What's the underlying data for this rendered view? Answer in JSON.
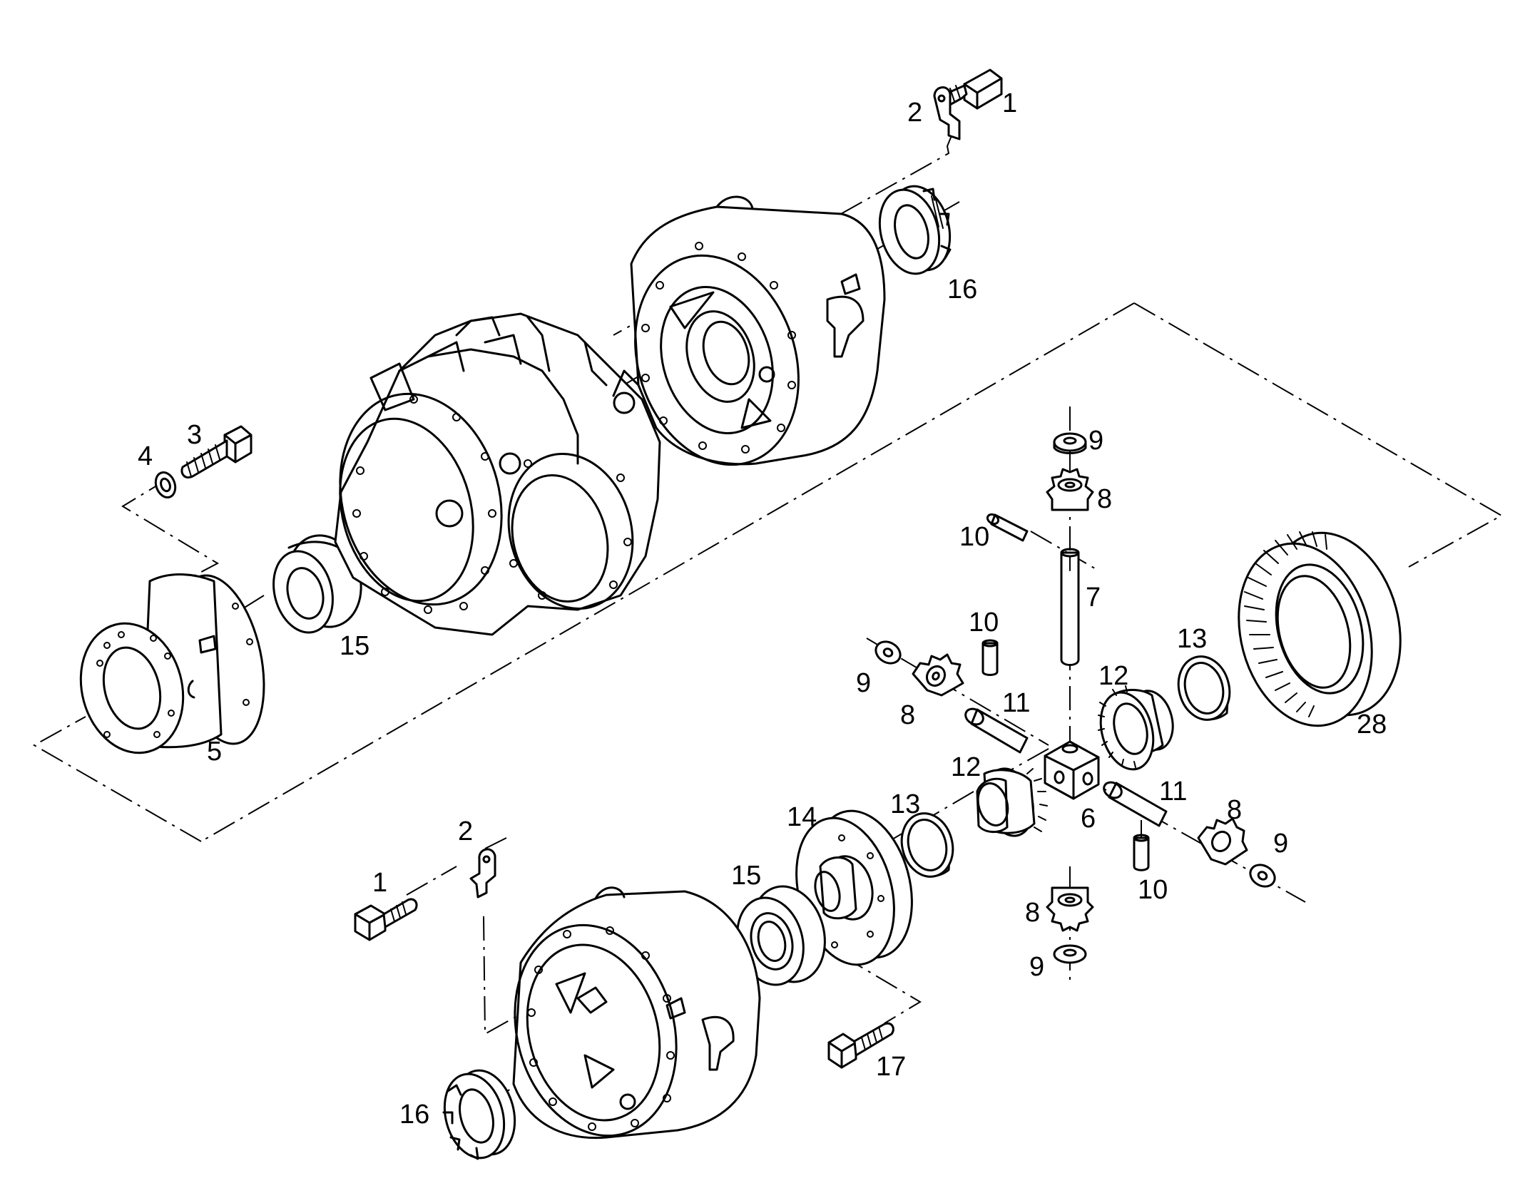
{
  "callouts": [
    {
      "id": "c1a",
      "text": "1"
    },
    {
      "id": "c2a",
      "text": "2"
    },
    {
      "id": "c16a",
      "text": "16"
    },
    {
      "id": "c3",
      "text": "3"
    },
    {
      "id": "c4",
      "text": "4"
    },
    {
      "id": "c5",
      "text": "5"
    },
    {
      "id": "c15a",
      "text": "15"
    },
    {
      "id": "c9a",
      "text": "9"
    },
    {
      "id": "c8a",
      "text": "8"
    },
    {
      "id": "c10a",
      "text": "10"
    },
    {
      "id": "c7",
      "text": "7"
    },
    {
      "id": "c10b",
      "text": "10"
    },
    {
      "id": "c9b",
      "text": "9"
    },
    {
      "id": "c8b",
      "text": "8"
    },
    {
      "id": "c11a",
      "text": "11"
    },
    {
      "id": "c12a",
      "text": "12"
    },
    {
      "id": "c13a",
      "text": "13"
    },
    {
      "id": "c28",
      "text": "28"
    },
    {
      "id": "c12b",
      "text": "12"
    },
    {
      "id": "c11b",
      "text": "11"
    },
    {
      "id": "c6",
      "text": "6"
    },
    {
      "id": "c13b",
      "text": "13"
    },
    {
      "id": "c14",
      "text": "14"
    },
    {
      "id": "c8c",
      "text": "8"
    },
    {
      "id": "c9c",
      "text": "9"
    },
    {
      "id": "c10c",
      "text": "10"
    },
    {
      "id": "c2b",
      "text": "2"
    },
    {
      "id": "c1b",
      "text": "1"
    },
    {
      "id": "c15b",
      "text": "15"
    },
    {
      "id": "c8d",
      "text": "8"
    },
    {
      "id": "c9d",
      "text": "9"
    },
    {
      "id": "c17",
      "text": "17"
    },
    {
      "id": "c16b",
      "text": "16"
    }
  ]
}
